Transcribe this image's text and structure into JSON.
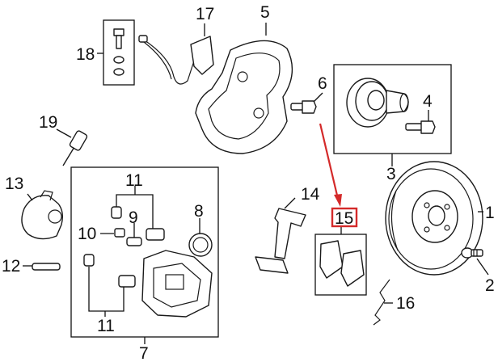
{
  "diagram": {
    "callouts": [
      {
        "id": "1",
        "label": "1"
      },
      {
        "id": "2",
        "label": "2"
      },
      {
        "id": "3",
        "label": "3"
      },
      {
        "id": "4",
        "label": "4"
      },
      {
        "id": "5",
        "label": "5"
      },
      {
        "id": "6",
        "label": "6"
      },
      {
        "id": "7",
        "label": "7"
      },
      {
        "id": "8",
        "label": "8"
      },
      {
        "id": "9",
        "label": "9"
      },
      {
        "id": "10",
        "label": "10"
      },
      {
        "id": "11a",
        "label": "11"
      },
      {
        "id": "11b",
        "label": "11"
      },
      {
        "id": "12",
        "label": "12"
      },
      {
        "id": "13",
        "label": "13"
      },
      {
        "id": "14",
        "label": "14"
      },
      {
        "id": "15",
        "label": "15"
      },
      {
        "id": "16",
        "label": "16"
      },
      {
        "id": "17",
        "label": "17"
      },
      {
        "id": "18",
        "label": "18"
      },
      {
        "id": "19",
        "label": "19"
      }
    ],
    "highlight_color": "#d42a2a",
    "line_color": "#111111",
    "highlighted_callout": "15"
  }
}
